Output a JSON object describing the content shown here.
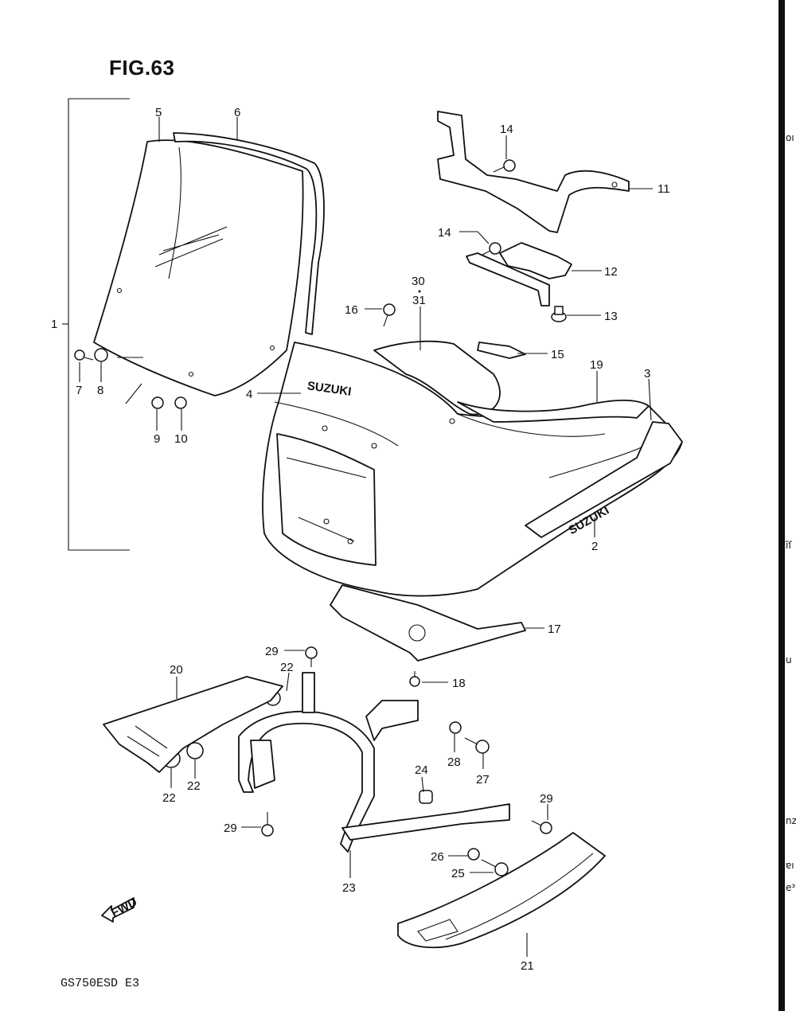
{
  "figure": {
    "title": "FIG.63",
    "model_code": "GS750ESD E3",
    "fwd_arrow_label": "FWD",
    "badge_text": "SUZUKI"
  },
  "callouts": [
    "1",
    "2",
    "3",
    "4",
    "5",
    "6",
    "7",
    "8",
    "9",
    "10",
    "11",
    "12",
    "13",
    "14",
    "14",
    "15",
    "16",
    "17",
    "18",
    "19",
    "20",
    "21",
    "22",
    "22",
    "22",
    "23",
    "24",
    "25",
    "26",
    "27",
    "28",
    "29",
    "29",
    "29",
    "30",
    "31"
  ],
  "parts": {
    "windscreen": "5",
    "screen_trim": "6",
    "upper_cowl": "2",
    "cowl_emblem": "4",
    "side_garnish": "3",
    "upper_bracket": "11",
    "meter_bracket": "12",
    "lower_cowl": "21",
    "cowl_stay": "23",
    "panel_left": "20"
  },
  "edge_fragments": [
    "oı",
    "ı̃ſ",
    "u",
    "nz",
    "ɐı",
    "e³"
  ]
}
